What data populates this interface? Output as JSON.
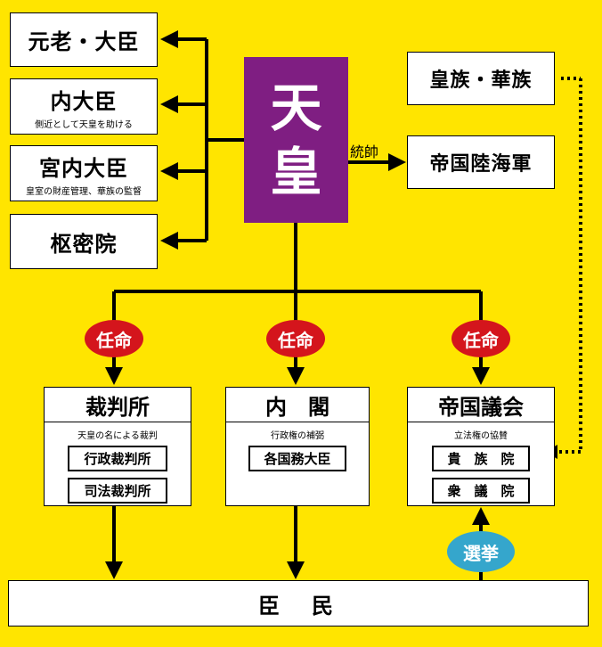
{
  "emperor": {
    "char1": "天",
    "char2": "皇"
  },
  "left": {
    "genro": {
      "title": "元老・大臣"
    },
    "naidaijin": {
      "title": "内大臣",
      "sub": "側近として天皇を助ける"
    },
    "kunaidaijin": {
      "title": "宮内大臣",
      "sub": "皇室の財産管理、華族の監督"
    },
    "sumitsuin": {
      "title": "枢密院"
    }
  },
  "right": {
    "kozoku": {
      "title": "皇族・華族"
    },
    "army": {
      "title": "帝国陸海軍"
    },
    "command_label": "統帥"
  },
  "badges": {
    "ninmei": "任命",
    "senkyo": "選挙"
  },
  "branches": {
    "court": {
      "title": "裁判所",
      "sub": "天皇の名による裁判",
      "items": [
        "行政裁判所",
        "司法裁判所"
      ]
    },
    "cabinet": {
      "title": "内　閣",
      "sub": "行政権の補弼",
      "items": [
        "各国務大臣"
      ]
    },
    "diet": {
      "title": "帝国議会",
      "sub": "立法権の協賛",
      "items": [
        "貴　族　院",
        "衆　議　院"
      ]
    }
  },
  "subjects": {
    "title": "臣　民"
  },
  "colors": {
    "background": "#FFE500",
    "emperor": "#7F1E82",
    "ninmei": "#D4151C",
    "senkyo": "#35A6CC"
  }
}
